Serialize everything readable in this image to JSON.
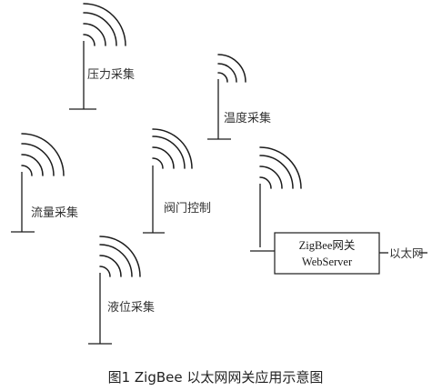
{
  "diagram": {
    "antennas": [
      {
        "label": "压力采集"
      },
      {
        "label": "温度采集"
      },
      {
        "label": "流量采集"
      },
      {
        "label": "阀门控制"
      },
      {
        "label": "液位采集"
      },
      {
        "label": ""
      }
    ],
    "gateway": {
      "line1": "ZigBee网关",
      "line2": "WebServer"
    },
    "ethernet_label": "以太网",
    "caption": "图1 ZigBee 以太网网关应用示意图"
  },
  "colors": {
    "stroke": "#1c1c1c",
    "text": "#333333",
    "background": "#ffffff"
  }
}
